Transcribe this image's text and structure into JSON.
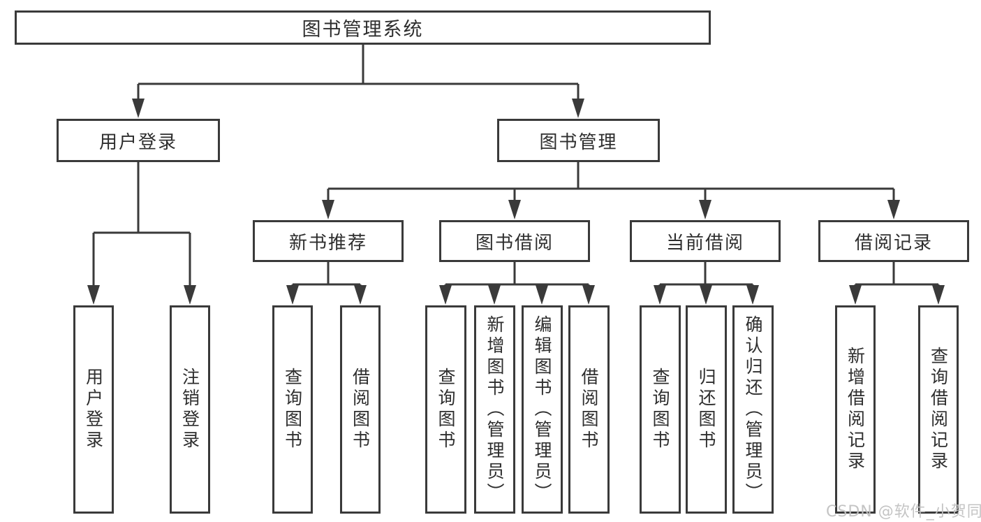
{
  "tree": {
    "root": {
      "label": "图书管理系统"
    },
    "children": [
      {
        "label": "用户登录",
        "children": [
          {
            "label": "用户登录"
          },
          {
            "label": "注销登录"
          }
        ]
      },
      {
        "label": "图书管理",
        "children": [
          {
            "label": "新书推荐",
            "children": [
              {
                "label": "查询图书"
              },
              {
                "label": "借阅图书"
              }
            ]
          },
          {
            "label": "图书借阅",
            "children": [
              {
                "label": "查询图书"
              },
              {
                "label": "新增图书（管理员）"
              },
              {
                "label": "编辑图书（管理员）"
              },
              {
                "label": "借阅图书"
              }
            ]
          },
          {
            "label": "当前借阅",
            "children": [
              {
                "label": "查询图书"
              },
              {
                "label": "归还图书"
              },
              {
                "label": "确认归还（管理员）"
              }
            ]
          },
          {
            "label": "借阅记录",
            "children": [
              {
                "label": "新增借阅记录"
              },
              {
                "label": "查询借阅记录"
              }
            ]
          }
        ]
      }
    ]
  },
  "watermark": {
    "text": "CSDN @软件_小贺同学"
  },
  "colors": {
    "line": "#3a3a3a",
    "text": "#2e2e2e",
    "watermark": "#c1c1c1"
  }
}
